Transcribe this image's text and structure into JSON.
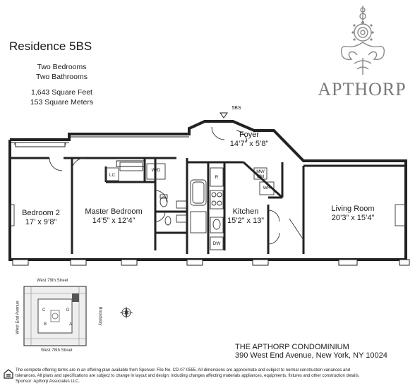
{
  "residence": {
    "title": "Residence 5BS",
    "bedrooms": "Two Bedrooms",
    "bathrooms": "Two Bathrooms",
    "sqft": "1,643 Square Feet",
    "sqm": "153 Square Meters"
  },
  "brand": {
    "name": "APTHORP"
  },
  "unit_marker": "5BS",
  "rooms": [
    {
      "name": "Foyer",
      "dims": "14’7” x 5’8”"
    },
    {
      "name": "Bedroom 2",
      "dims": "17’ x 9’8”"
    },
    {
      "name": "Master Bedroom",
      "dims": "14’5” x 12’4”"
    },
    {
      "name": "Kitchen",
      "dims": "15’2” x 13”"
    },
    {
      "name": "Living Room",
      "dims": "20’3” x 15’4”"
    }
  ],
  "fixtures": {
    "lc": "LC",
    "wd": "W/D",
    "r": "R",
    "dw": "DW",
    "mw": "MW",
    "cm": "CM",
    "wr": "WR"
  },
  "sitemap": {
    "north_street": "West 79th Street",
    "south_street": "West 78th Street",
    "west_avenue": "West End Avenue",
    "east_avenue": "Broadway",
    "wings": [
      "C",
      "D",
      "B",
      "A"
    ]
  },
  "building": {
    "name": "THE APTHORP CONDOMINIUM",
    "address": "390 West End Avenue, New York, NY 10024"
  },
  "disclaimer": {
    "line1": "The complete offering terms are in an offering plan available from Sponsor. File No. CD-07-0555. All dimensions are approximate and subject to normal construction variances and",
    "line2": "tolerances. All plans and specifications are subject to change in layout and design; including changes affecting materials appliances, equipments, fixtures and other construction details.",
    "line3": "Sponsor: Apthorp Associates LLC."
  }
}
